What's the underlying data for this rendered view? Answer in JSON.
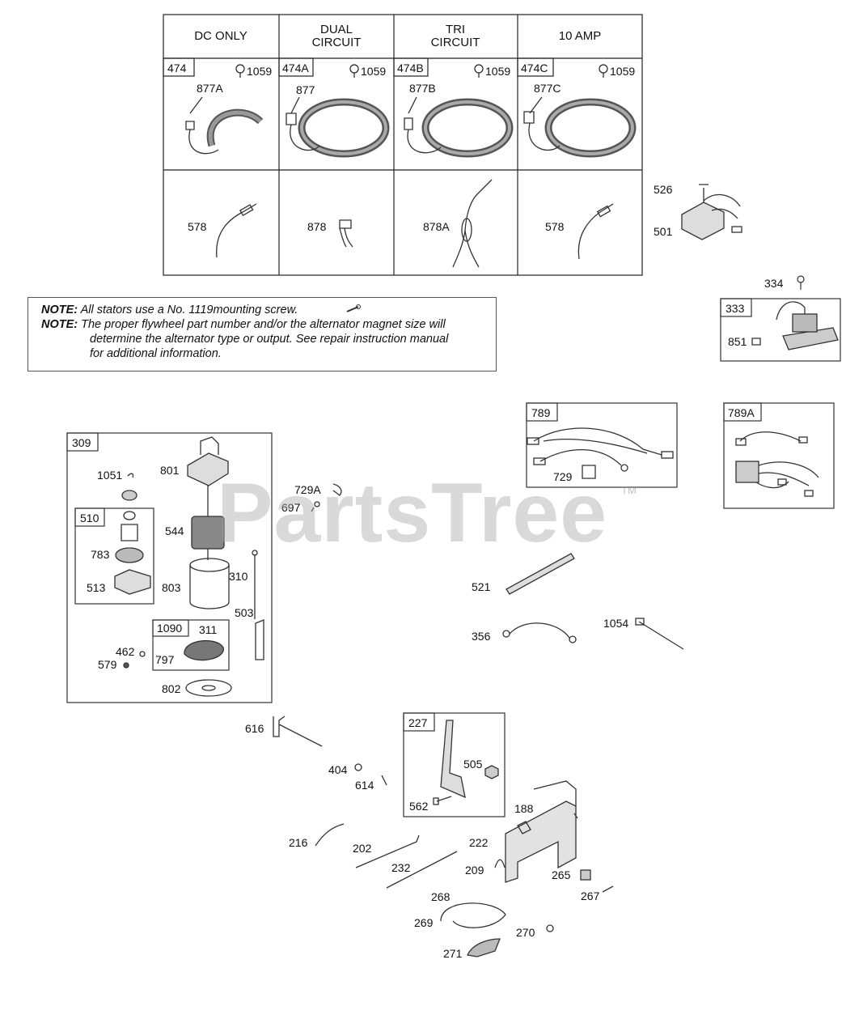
{
  "header_table": {
    "columns": [
      {
        "header": "DC ONLY",
        "part": "474",
        "screw": "1059",
        "stator": "877A",
        "lead": "578"
      },
      {
        "header": "DUAL\nCIRCUIT",
        "part": "474A",
        "screw": "1059",
        "stator": "877",
        "lead": "878"
      },
      {
        "header": "TRI\nCIRCUIT",
        "part": "474B",
        "screw": "1059",
        "stator": "877B",
        "lead": "878A"
      },
      {
        "header": "10 AMP",
        "part": "474C",
        "screw": "1059",
        "stator": "877C",
        "lead": "578"
      }
    ]
  },
  "notes": {
    "label": "NOTE:",
    "line1": "All stators use a No. 1119mounting screw.",
    "line2a": "The proper flywheel part number and/or the alternator magnet size will",
    "line2b": "determine the alternator type or output. See repair instruction manual",
    "line2c": "for additional information."
  },
  "watermark": {
    "text": "PartsTree",
    "tm": "TM"
  },
  "labels": {
    "p526": "526",
    "p501": "501",
    "p334": "334",
    "p333": "333",
    "p851": "851",
    "p789": "789",
    "p729": "729",
    "p789A": "789A",
    "p309": "309",
    "p1051": "1051",
    "p801": "801",
    "p510": "510",
    "p783": "783",
    "p513": "513",
    "p544": "544",
    "p803": "803",
    "p310": "310",
    "p1090": "1090",
    "p311": "311",
    "p797": "797",
    "p462": "462",
    "p579": "579",
    "p503": "503",
    "p802": "802",
    "p729A": "729A",
    "p697": "697",
    "p521": "521",
    "p356": "356",
    "p1054": "1054",
    "p616": "616",
    "p404": "404",
    "p614": "614",
    "p227": "227",
    "p505": "505",
    "p562": "562",
    "p188": "188",
    "p216": "216",
    "p202": "202",
    "p222": "222",
    "p232": "232",
    "p209": "209",
    "p265": "265",
    "p267": "267",
    "p268": "268",
    "p269": "269",
    "p270": "270",
    "p271": "271"
  }
}
